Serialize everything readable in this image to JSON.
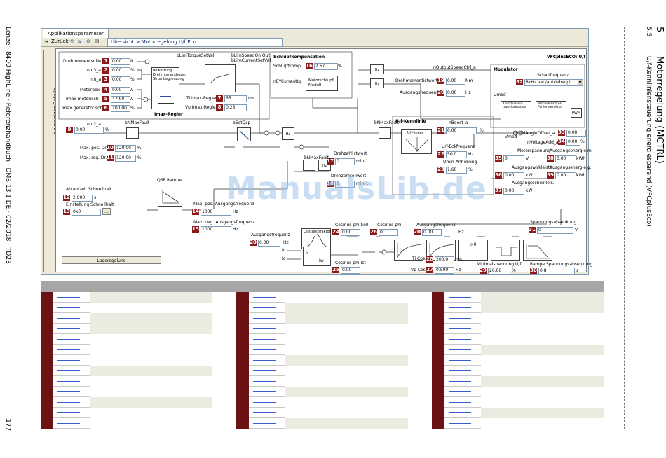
{
  "left_margin": {
    "footer": "Lenze · 8400 HighLine · Referenzhandbuch · DMS 13.1 DE · 02/2018 · TD23",
    "page_number": "177"
  },
  "right_margin": {
    "chapter_number": "5",
    "chapter_title": "Motorregelung (MCTRL)",
    "section_number": "5.5",
    "section_title": "U/f-Kennliniensteuerung energiesparend (VFCplusEco)"
  },
  "window": {
    "tab_label": "Applikationsparameter",
    "back_label": "Zurück",
    "breadcrumb": "Übersicht > Motorregelung U/f Eco",
    "details_button": "<< weniger Details",
    "mode_title": "VFCplusECO: U/f",
    "watermark": "ManualsLib.de"
  },
  "imax": {
    "title": "Imax-Regler",
    "signal_torque": "bLimTorqueSetVal",
    "signal_speed": "bLimSpeedOn Out",
    "signal_current": "bLimCurrentSetVal",
    "block_label": "Bewertung Drehmomentbezw. Strombegrenzung",
    "rows": [
      {
        "label": "Drehmomentsollw.",
        "num": "1",
        "value": "0.00",
        "unit": "N"
      },
      {
        "label": "nIn3_a",
        "num": "2",
        "value": "0.00",
        "unit": "%"
      },
      {
        "label": "nIn_a",
        "num": "3",
        "value": "0.00",
        "unit": "%"
      },
      {
        "label": "Motorbox",
        "num": "4",
        "value": "0.00",
        "unit": "A"
      },
      {
        "label": "Imax motorisch",
        "num": "5",
        "value": "47.00",
        "unit": "A"
      },
      {
        "label": "Imax generatorisch",
        "num": "6",
        "value": "100.00",
        "unit": "%"
      }
    ],
    "ti": {
      "label": "Ti Imax-Regler",
      "num": "7",
      "value": "65",
      "unit": "ms"
    },
    "vp": {
      "label": "Vp Imax-Regler",
      "num": "8",
      "value": "0.25",
      "unit": ""
    }
  },
  "schlupf": {
    "title": "Schlupfkompensation",
    "komp": {
      "label": "Schlupfkomp.",
      "num": "16",
      "value": "2.67",
      "unit": "%"
    },
    "input_label": "nEYCurrentIq",
    "block_label": "Motorschlupf-Modell"
  },
  "outputs": {
    "out_speed": "nOutputSpeedCtrl_a",
    "drehmoment": {
      "label": "Drehmomentistwert",
      "num": "19",
      "value": "0.00",
      "unit": "Nm"
    },
    "ausgangsfreq": {
      "label": "Ausgangsfrequenz",
      "num": "20",
      "value": "0.00",
      "unit": "Hz"
    }
  },
  "modulator": {
    "title": "Modulator",
    "schaltfrequenz_label": "Schaltfrequenz",
    "schaltfrequenz": {
      "num": "32",
      "value": "8kHz var./antriebsopt."
    },
    "umod_label": "Umod",
    "vmod_label": "Vmod",
    "block1": "Koordinaten-transformation",
    "block2": "Wechselrichter-Fehlerkorrektur",
    "pwm_label": "PWM",
    "angle": {
      "label": "nPwMAngleOffset_a",
      "num": "33",
      "value": "0.00"
    },
    "voltage_add": {
      "label": "nVoltageAdd_a",
      "num": "34",
      "value": "0.00",
      "unit": "%"
    }
  },
  "nin2": {
    "label": "nIn2_a",
    "num": "9",
    "value": "0.00",
    "unit": "%"
  },
  "limits": {
    "bmaxfault": "bNMaxFault",
    "max_pos": {
      "label": "Max. pos. Dr.",
      "num": "10",
      "value": "120.00",
      "unit": "%"
    },
    "max_reg": {
      "label": "Max. reg. Dr.",
      "num": "11",
      "value": "120.00",
      "unit": "%"
    }
  },
  "ablauf": {
    "label": "Ablaufzeit Schnellhalt",
    "num": "12",
    "value": "2.000",
    "unit": "s",
    "einstellung_label": "Einstellung Schnellhalt",
    "einstellung": {
      "num": "13",
      "value": "0x0"
    }
  },
  "qsp": {
    "label": "QSP Rampe"
  },
  "center": {
    "bsetqsp": "bSetQsp",
    "bmaxfault2": "bNMaxFault",
    "drehzahlistwert": {
      "label": "Drehzahlistwert",
      "num": "17",
      "value": "0",
      "unit": "min-1"
    },
    "drehzahlsollwert": {
      "label": "Drehzahlsollwert",
      "num": "18",
      "value": "0",
      "unit": "min-1"
    },
    "max_pos_freq": {
      "label": "Max. pos. Ausgangsfrequenz",
      "num": "14",
      "value": "1000",
      "unit": "Hz"
    },
    "max_neg_freq": {
      "label": "Max. neg. Ausgangsfrequenz",
      "num": "15",
      "value": "1000",
      "unit": "Hz"
    }
  },
  "uf": {
    "title": "U/f-Kennlinie",
    "nboost": {
      "label": "nBoost_a",
      "num": "21",
      "value": "0.00",
      "unit": "%"
    },
    "block_label": "U/f-linear",
    "eckfreq": {
      "label": "U/f-Eckfrequenz",
      "num": "22",
      "value": "50.0",
      "unit": "Hz"
    },
    "umin": {
      "label": "Umin-Anhebung",
      "num": "23",
      "value": "1.60",
      "unit": "%"
    }
  },
  "energy": {
    "motorspannung": {
      "label": "Motorspannung",
      "num": "35",
      "value": "0",
      "unit": "V"
    },
    "wirkleistung": {
      "label": "Ausgangswirkleistu.",
      "num": "36",
      "value": "0.00",
      "unit": "kW"
    },
    "scheinleistung": {
      "label": "Ausgangsscheinleis.",
      "num": "37",
      "value": "0.00",
      "unit": "kW"
    },
    "energie1": {
      "label": "Ausgangsenergie m.",
      "num": "38",
      "value": "0.00",
      "unit": "kWh"
    },
    "energie2": {
      "label": "Ausgangsenergie g.",
      "num": "39",
      "value": "0.00",
      "unit": "kWh"
    }
  },
  "bottom": {
    "ausgangsfreq": {
      "label": "Ausgangsfrequenz",
      "num": "20",
      "value": "0.00",
      "unit": "Hz"
    },
    "leistungsfaktor_label": "Leistungsfaktor",
    "cosphi_soll": {
      "label": "Cosinus phi Soll",
      "num": "24",
      "value": "0.00"
    },
    "cosphi_ist_top": {
      "label": "Cosinus phi",
      "num": "26",
      "value": "0"
    },
    "ausgang_top": {
      "label": "Ausgangsfrequenz",
      "num": "20",
      "value": "0.00",
      "unit": "Hz"
    },
    "cosphi_ist": {
      "label": "Cosinus phi Ist",
      "num": "25",
      "value": "0.00"
    },
    "id_label": "Id",
    "iq_label": "Iq",
    "vp_cos": {
      "label": "Vp Cos.",
      "num": "27",
      "value": "0.500",
      "unit": "Hz"
    },
    "ti_cos": {
      "label": "Ti Cos.",
      "num": "28",
      "value": "200.0",
      "unit": "ms"
    },
    "min_spannung": {
      "label": "Minimalspannung U/f",
      "num": "29",
      "value": "20.00",
      "unit": "%"
    },
    "rampe": {
      "label": "Rampe Spannungsabsenkung",
      "num": "30",
      "value": "0.8",
      "unit": "s"
    },
    "absenkung": {
      "label": "Spannungsabsenkung",
      "num": "31",
      "value": "0",
      "unit": "V"
    },
    "lageregelung_button": "Lageregelung"
  }
}
